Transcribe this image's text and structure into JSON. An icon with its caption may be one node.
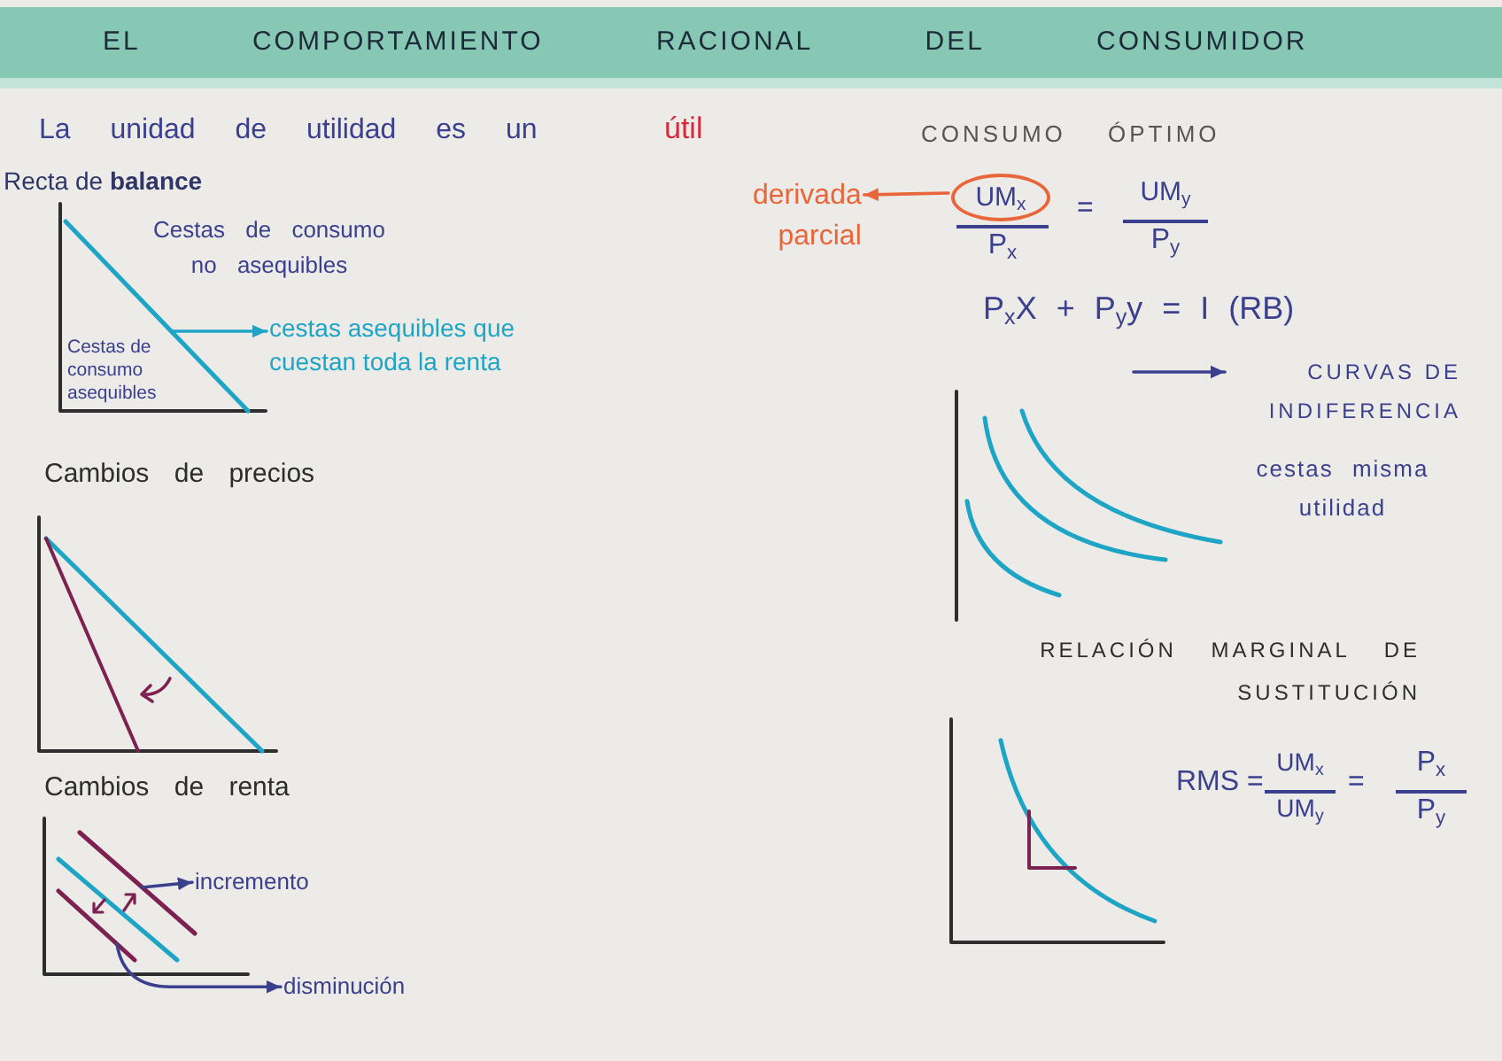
{
  "diagram": {
    "title": "EL COMPORTAMIENTO RACIONAL DEL CONSUMIDOR",
    "nodes": [
      {
        "text": [],
        "shape": "line"
      },
      {
        "text": [
          "cestas asequibles que cuestan toda la renta"
        ]
      },
      {
        "text": [],
        "shape": "line"
      },
      {
        "text": [
          "incremento"
        ]
      },
      {
        "text": [],
        "shape": "line"
      },
      {
        "text": [
          "disminución"
        ]
      },
      {
        "text": [
          "derivada parcial"
        ]
      },
      {
        "text": [
          "UM$_{x}$"
        ]
      },
      {
        "text": [
          "CURVAS DE INDIFERENCIA"
        ]
      }
    ],
    "edges": [
      {
        "from": 0,
        "to": 1,
        "arrow": "to",
        "color": "#1ea5c6"
      },
      {
        "from": 2,
        "to": 3,
        "arrow": "to"
      },
      {
        "from": 4,
        "to": 5,
        "arrow": "to"
      },
      {
        "from": 7,
        "to": 6,
        "arrow": "to",
        "color": "#e8663a"
      },
      {
        "from": null,
        "to": 8,
        "arrow": "to"
      }
    ],
    "labels": [
      "La unidad de utilidad es un",
      "útil",
      "Recta de **balance**",
      "Cestas de consumo no asequibles",
      "Cestas de consumo asequibles",
      "Cambios de precios",
      "Cambios de renta",
      "CONSUMO ÓPTIMO",
      "P$_{x}$",
      "=",
      "UM$_{y}$",
      "P$_{y}$",
      "P$_{x}$X + P$_{y}$y = I (RB)",
      "cestas misma utilidad",
      "RELACIÓN MARGINAL DE SUSTITUCIÓN",
      "RMS =",
      "UM$_{x}$",
      "UM$_{y}$",
      "=",
      "P$_{x}$",
      "P$_{y}$"
    ]
  }
}
